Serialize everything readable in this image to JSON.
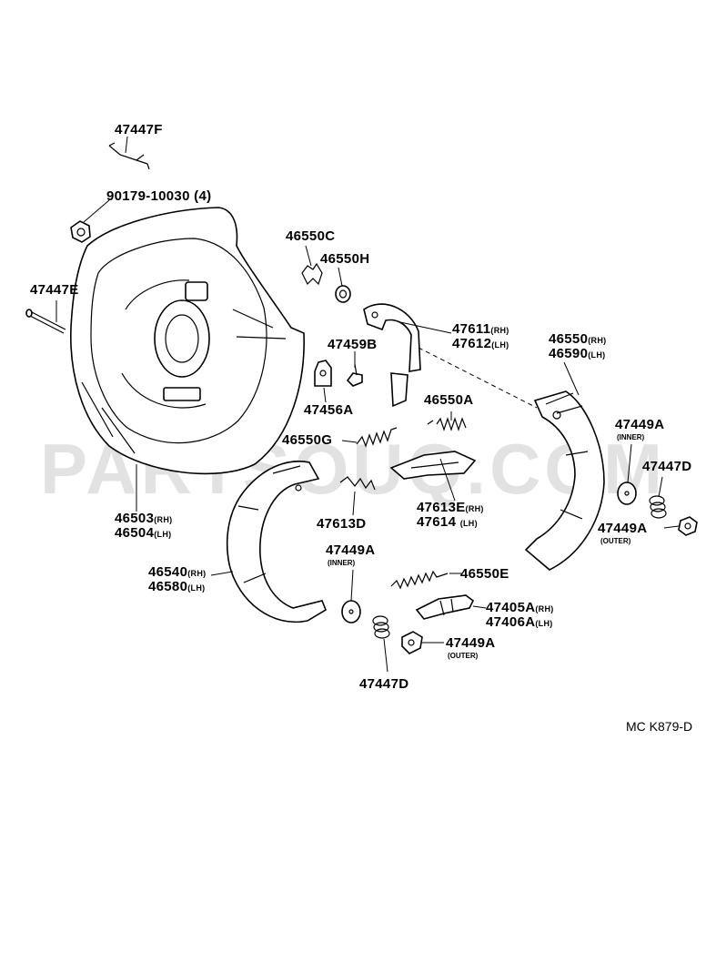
{
  "watermark": "PARTSOUQ.COM",
  "diagram_code": "MC K879-D",
  "labels": {
    "p47447F": "47447F",
    "p90179": "90179-10030 (4)",
    "p47447E": "47447E",
    "p46503": "46503",
    "p46503_sfx": "(RH)",
    "p46504": "46504",
    "p46504_sfx": "(LH)",
    "p46550C": "46550C",
    "p46550H": "46550H",
    "p47459B": "47459B",
    "p47456A": "47456A",
    "p46550G": "46550G",
    "p47611": "47611",
    "p47611_sfx": "(RH)",
    "p47612": "47612",
    "p47612_sfx": "(LH)",
    "p46550A": "46550A",
    "p47613E": "47613E",
    "p47613E_sfx": "(RH)",
    "p47614": "47614",
    "p47614_sfx": "(LH)",
    "p47613D": "47613D",
    "p46550": "46550",
    "p46550_sfx": "(RH)",
    "p46590": "46590",
    "p46590_sfx": "(LH)",
    "p47449A_r": "47449A",
    "p47449A_r_note": "(INNER)",
    "p47447D_r": "47447D",
    "p47449A_ro": "47449A",
    "p47449A_ro_note": "(OUTER)",
    "p46540": "46540",
    "p46540_sfx": "(RH)",
    "p46580": "46580",
    "p46580_sfx": "(LH)",
    "p47449A_c": "47449A",
    "p47449A_c_note": "(INNER)",
    "p46550E": "46550E",
    "p47405A": "47405A",
    "p47405A_sfx": "(RH)",
    "p47406A": "47406A",
    "p47406A_sfx": "(LH)",
    "p47449A_co": "47449A",
    "p47449A_co_note": "(OUTER)",
    "p47447D_c": "47447D"
  }
}
